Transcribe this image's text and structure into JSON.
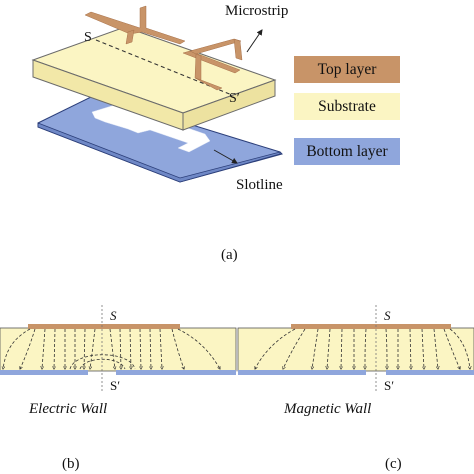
{
  "figure": {
    "panel_a": {
      "microstrip_label": "Microstrip",
      "slotline_label": "Slotline",
      "s_label": "S",
      "s_prime_label": "S′",
      "caption": "(a)"
    },
    "legend": {
      "items": [
        {
          "label": "Top layer",
          "color": "#c89468"
        },
        {
          "label": "Substrate",
          "color": "#fbf5c3"
        },
        {
          "label": "Bottom layer",
          "color": "#8fa6dc"
        }
      ]
    },
    "panel_b": {
      "s_label": "S",
      "s_prime_label": "S′",
      "wall_label": "Electric Wall",
      "caption": "(b)"
    },
    "panel_c": {
      "s_label": "S",
      "s_prime_label": "S′",
      "wall_label": "Magnetic Wall",
      "caption": "(c)"
    }
  },
  "colors": {
    "top_layer": "#c89468",
    "substrate": "#fbf5c3",
    "bottom_layer": "#8fa6dc",
    "field_line": "#333333"
  }
}
